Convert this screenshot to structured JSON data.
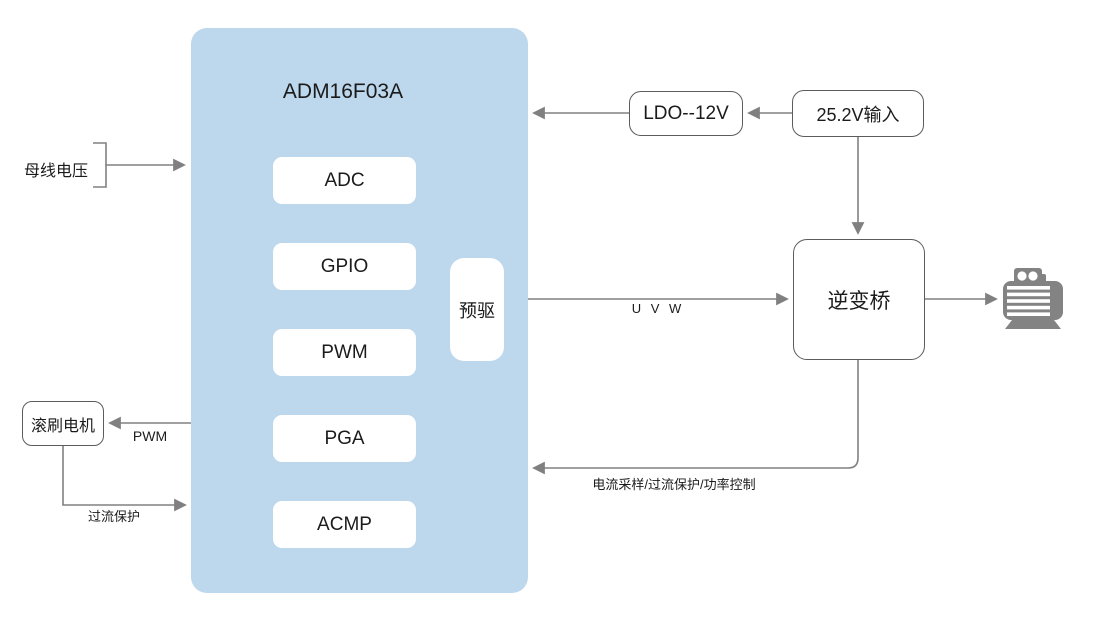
{
  "diagram_title": "ADM16F03A motor control block diagram",
  "colors": {
    "chip_fill": "#BDD7EC",
    "module_fill": "#FFFFFF",
    "box_border": "#5C5C5C",
    "line": "#808080",
    "motor_icon": "#838383",
    "text": "#1B1B1B",
    "background": "#FFFFFF"
  },
  "chip": {
    "title": "ADM16F03A",
    "modules": [
      "ADC",
      "GPIO",
      "PWM",
      "PGA",
      "ACMP"
    ],
    "predriver_label": "预驱"
  },
  "boxes": {
    "ldo": "LDO--12V",
    "power_input": "25.2V输入",
    "inverter": "逆变桥",
    "brush_motor": "滚刷电机"
  },
  "labels": {
    "bus_voltage": "母线电压",
    "pwm": "PWM",
    "uvw": "U V W",
    "overcurrent": "过流保护",
    "feedback": "电流采样/过流保护/功率控制"
  },
  "icons": {
    "motor": "motor-icon"
  }
}
